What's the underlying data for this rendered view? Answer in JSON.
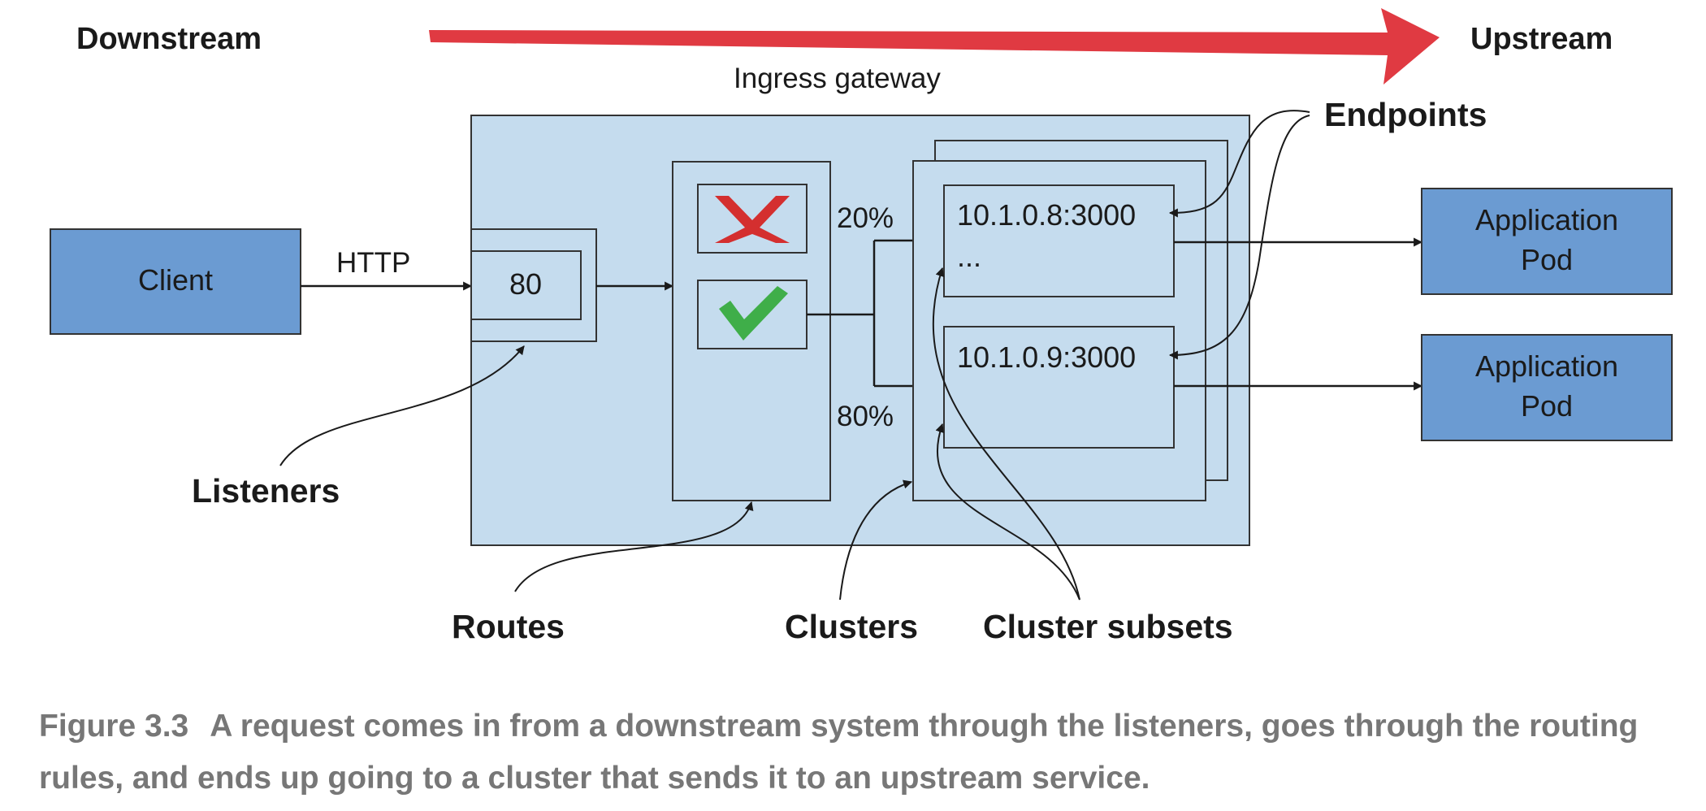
{
  "header": {
    "downstream": "Downstream",
    "upstream": "Upstream",
    "gateway_title": "Ingress gateway"
  },
  "client": {
    "label": "Client"
  },
  "protocol": "HTTP",
  "listener": {
    "port": "80"
  },
  "routes": {
    "split_top": "20%",
    "split_bottom": "80%"
  },
  "subsets": [
    {
      "endpoint": "10.1.0.8:3000",
      "more": "..."
    },
    {
      "endpoint": "10.1.0.9:3000"
    }
  ],
  "pods": [
    {
      "line1": "Application",
      "line2": "Pod"
    },
    {
      "line1": "Application",
      "line2": "Pod"
    }
  ],
  "callouts": {
    "endpoints": "Endpoints",
    "listeners": "Listeners",
    "routes": "Routes",
    "clusters": "Clusters",
    "cluster_subsets": "Cluster subsets"
  },
  "caption": {
    "number": "Figure 3.3",
    "text": "A request comes in from a downstream system through the listeners, goes through the routing rules, and ends up going to a cluster that sends it to an upstream service."
  },
  "colors": {
    "flow_arrow": "#e03a42",
    "gateway_fill": "#c5dcee",
    "component_fill": "#6b9bd2",
    "caption_text": "#777777",
    "reject_mark": "#d42f2f",
    "accept_mark": "#3fae49"
  },
  "icons": {
    "reject": "cross-icon",
    "accept": "check-icon"
  }
}
